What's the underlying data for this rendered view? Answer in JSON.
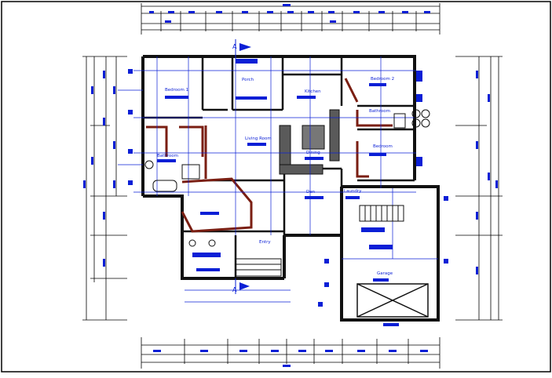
{
  "rooms": {
    "bedroom1": "Bedroom 1",
    "porch": "Porch",
    "bedroom2": "Bedroom 2",
    "bathroom_right": "Bathroom",
    "bedroom3": "Bedroom",
    "living_room": "Living Room",
    "kitchen": "Kitchen",
    "dining": "Dining",
    "bathroom_left": "Bathroom",
    "den": "Den",
    "laundry": "Laundry",
    "entry": "Entry",
    "garage": "Garage"
  },
  "section_marks": {
    "top": "A",
    "bottom": "A"
  },
  "colors": {
    "line": "#0a1fd6",
    "wall": "#111111",
    "wall_accent": "#7a1e12",
    "border": "#000000"
  }
}
